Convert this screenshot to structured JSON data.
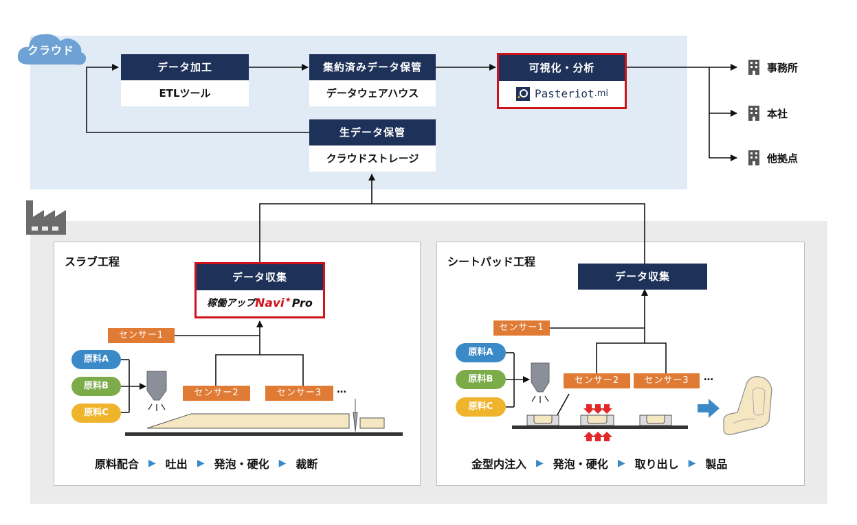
{
  "cloud": {
    "label": "クラウド"
  },
  "boxes": {
    "data_processing": {
      "head": "データ加工",
      "body": "ETLツール"
    },
    "aggregated_storage": {
      "head": "集約済みデータ保管",
      "body": "データウェアハウス"
    },
    "visualization": {
      "head": "可視化・分析",
      "logo_text": "Pasteriot",
      "logo_suffix": ".mi"
    },
    "raw_storage": {
      "head": "生データ保管",
      "body": "クラウドストレージ"
    }
  },
  "destinations": [
    "事務所",
    "本社",
    "他拠点"
  ],
  "slab": {
    "title": "スラブ工程",
    "collect": {
      "head": "データ収集",
      "logo_text": "稼働アップ",
      "logo_navi": "Navi",
      "logo_pro": "Pro"
    },
    "sensors": [
      "センサー1",
      "センサー2",
      "センサー3"
    ],
    "materials": [
      "原料A",
      "原料B",
      "原料C"
    ],
    "dots": "…",
    "flow": [
      "原料配合",
      "吐出",
      "発泡・硬化",
      "裁断"
    ]
  },
  "seat": {
    "title": "シートパッド工程",
    "collect": {
      "head": "データ収集"
    },
    "sensors": [
      "センサー1",
      "センサー2",
      "センサー3"
    ],
    "materials": [
      "原料A",
      "原料B",
      "原料C"
    ],
    "dots": "…",
    "flow": [
      "金型内注入",
      "発泡・硬化",
      "取り出し",
      "製品"
    ]
  },
  "colors": {
    "navy": "#1e3259",
    "sensor": "#e07b35",
    "red_frame": "#d0121b",
    "material_a": "#3a8ac8",
    "material_b": "#7cab4a",
    "material_c": "#f0b42c",
    "cloud_bg": "#e0ebf5",
    "factory_bg": "#ebebeb",
    "flow_triangle": "#3a8ac8"
  },
  "icons": [
    "cloud-icon",
    "factory-icon",
    "building-icon",
    "nozzle-icon",
    "cutter-icon",
    "mold-icon",
    "seat-icon"
  ]
}
